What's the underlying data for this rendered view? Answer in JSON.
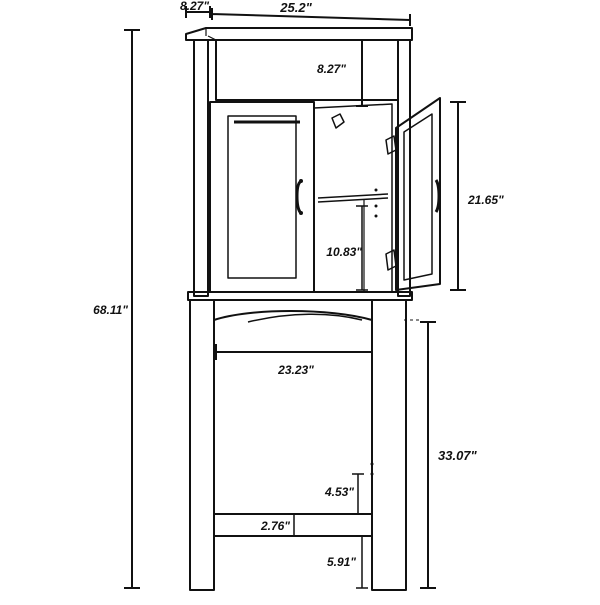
{
  "dimensions": {
    "top_depth": "8.27\"",
    "top_width": "25.2\"",
    "top_shelf_height": "8.27\"",
    "cabinet_height": "21.65\"",
    "inner_shelf_height": "10.83\"",
    "total_height": "68.11\"",
    "inner_opening_width": "23.23\"",
    "lower_opening_height": "33.07\"",
    "lower_gap": "4.53\"",
    "bottom_rail_height": "2.76\"",
    "floor_clearance": "5.91\""
  },
  "colors": {
    "line": "#111111",
    "background": "#ffffff"
  }
}
